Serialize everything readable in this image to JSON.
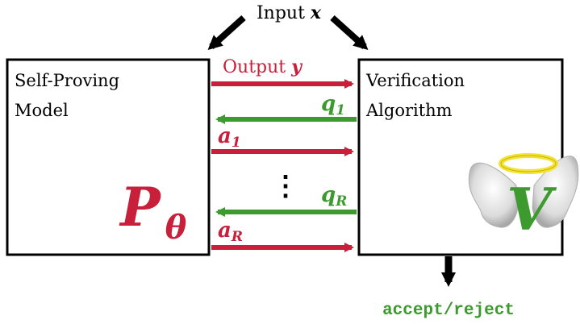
{
  "input": {
    "label": "Input",
    "var": "x"
  },
  "prover": {
    "line1": "Self-Proving",
    "line2": "Model",
    "symbol": "P",
    "subscript": "θ"
  },
  "verifier": {
    "line1": "Verification",
    "line2": "Algorithm",
    "symbol": "V"
  },
  "messages": {
    "output_label": "Output",
    "output_var": "y",
    "q1": "q",
    "q1_sub": "1",
    "a1": "a",
    "a1_sub": "1",
    "ellipsis": "⋮",
    "qR": "q",
    "qR_sub": "R",
    "aR": "a",
    "aR_sub": "R"
  },
  "result": "accept/reject",
  "colors": {
    "red": "#c8203a",
    "green": "#3c9a2e",
    "black": "#000000",
    "halo": "#f2e234"
  }
}
